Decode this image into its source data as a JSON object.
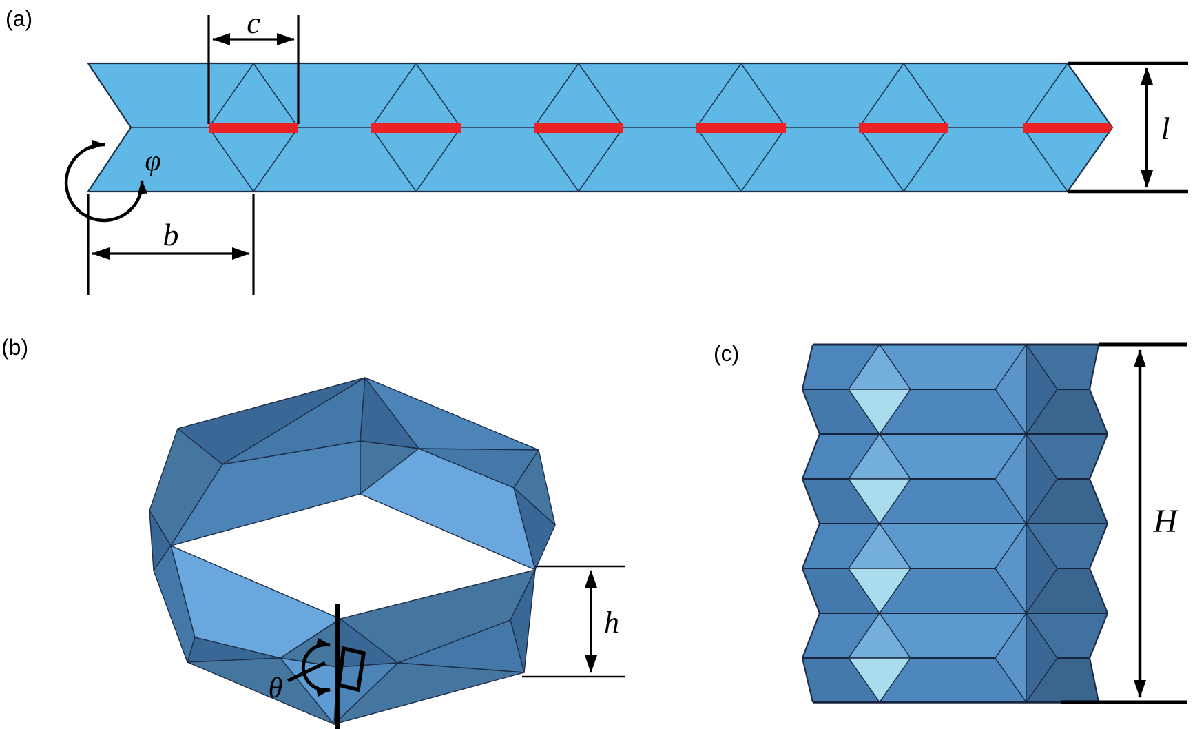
{
  "figure": {
    "background": "#FFFFFF",
    "panel_a": {
      "label": "(a)",
      "dim_c": "c",
      "dim_l": "l",
      "dim_b": "b",
      "angle_phi": "φ",
      "num_diamond_creases": 6,
      "num_red_fold_lines": 6
    },
    "panel_b": {
      "label": "(b)",
      "angle_theta": "θ",
      "dim_h": "h"
    },
    "panel_c": {
      "label": "(c)",
      "dim_H": "H",
      "num_layers": 8
    },
    "colors": {
      "strip_fill": "#5FB8E6",
      "red_fold": "#EC2227",
      "crease_line": "#233450",
      "dimension_black": "#000000",
      "facet_light": "#69A7DE",
      "facet_light2": "#5E9BD3",
      "facet_medium": "#4C84B8",
      "facet_medium2": "#4478A9",
      "facet_mediumdark": "#44769F",
      "facet_dark": "#3A6896",
      "diamond_pale": "#A9DCEC",
      "diamond_lightblue": "#74AEDB"
    }
  }
}
